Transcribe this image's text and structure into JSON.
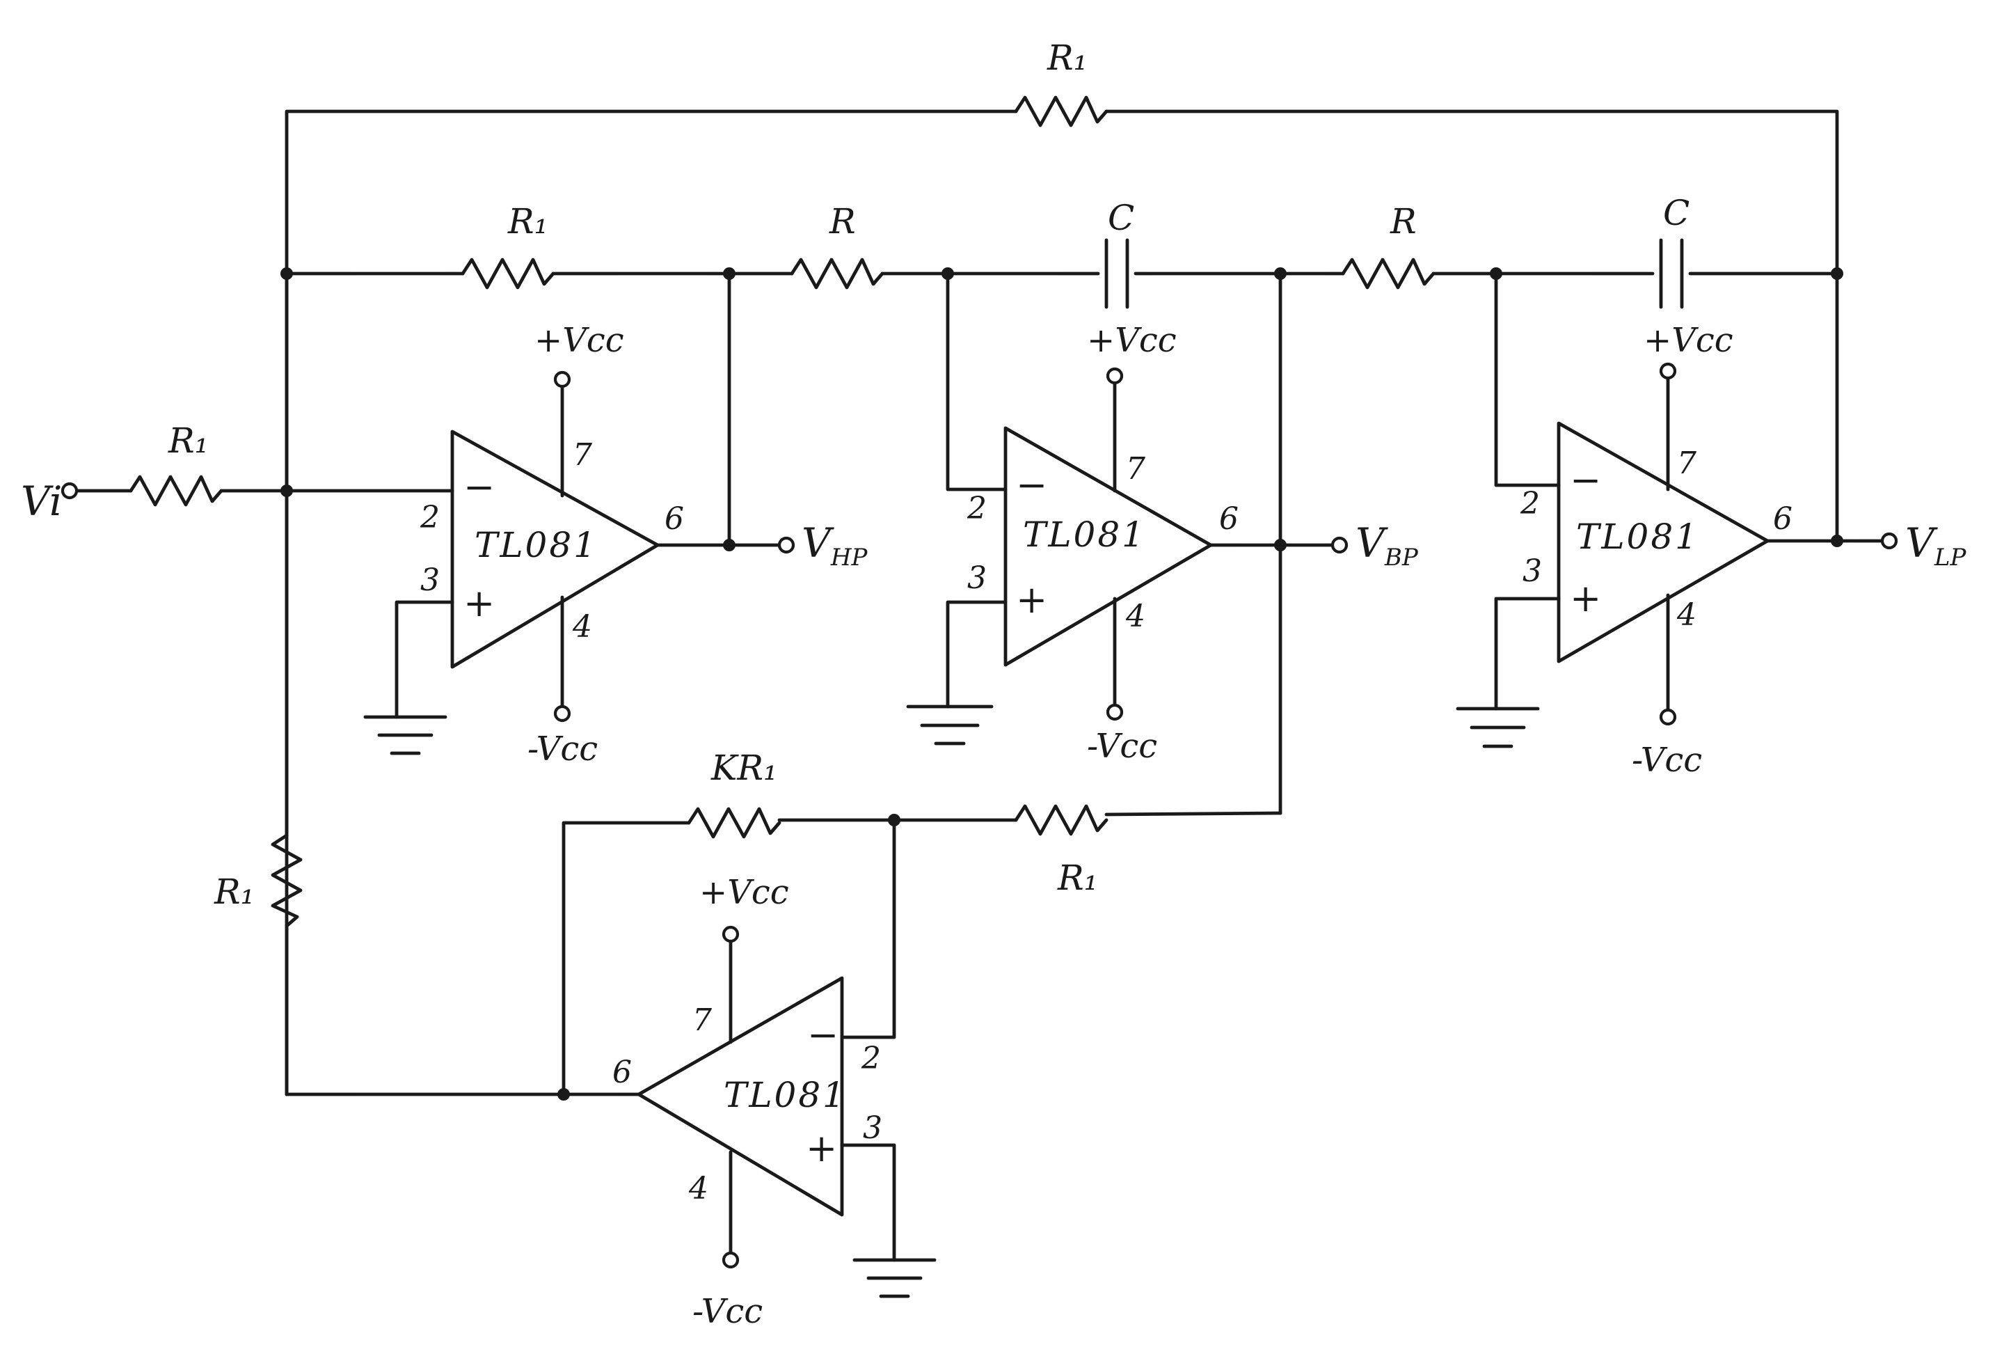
{
  "labels": {
    "r1_top": "R₁",
    "r1_fb_hp": "R₁",
    "r_bp": "R",
    "c_bp": "C",
    "r_lp": "R",
    "c_lp": "C",
    "r1_input": "R₁",
    "r1_left": "R₁",
    "kr1": "KR₁",
    "r1_bottom": "R₁"
  },
  "signals": {
    "vi": "Vi",
    "vhp_main": "V",
    "vhp_sub": "HP",
    "vbp_main": "V",
    "vbp_sub": "BP",
    "vlp_main": "V",
    "vlp_sub": "LP"
  },
  "opamps": [
    {
      "part": "TL081",
      "minus_pin": "2",
      "plus_pin": "3",
      "out_pin": "6",
      "vplus_pin": "7",
      "vminus_pin": "4",
      "vplus": "+Vcc",
      "vminus": "-Vcc",
      "minus_sign": "−",
      "plus_sign": "+"
    },
    {
      "part": "TL081",
      "minus_pin": "2",
      "plus_pin": "3",
      "out_pin": "6",
      "vplus_pin": "7",
      "vminus_pin": "4",
      "vplus": "+Vcc",
      "vminus": "-Vcc",
      "minus_sign": "−",
      "plus_sign": "+"
    },
    {
      "part": "TL081",
      "minus_pin": "2",
      "plus_pin": "3",
      "out_pin": "6",
      "vplus_pin": "7",
      "vminus_pin": "4",
      "vplus": "+Vcc",
      "vminus": "-Vcc",
      "minus_sign": "−",
      "plus_sign": "+"
    },
    {
      "part": "TL081",
      "minus_pin": "2",
      "plus_pin": "3",
      "out_pin": "6",
      "vplus_pin": "7",
      "vminus_pin": "4",
      "vplus": "+Vcc",
      "vminus": "-Vcc",
      "minus_sign": "−",
      "plus_sign": "+"
    }
  ]
}
